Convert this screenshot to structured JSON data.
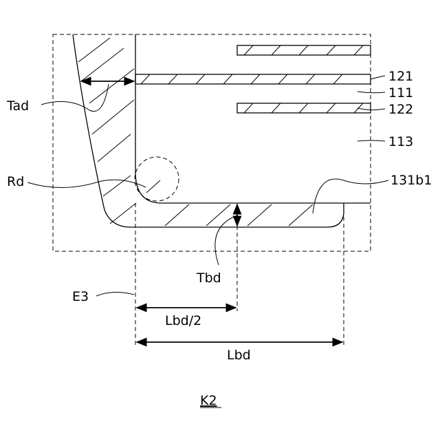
{
  "figure": {
    "title": "K2",
    "labels": {
      "l121": "121",
      "l111": "111",
      "l122": "122",
      "l113": "113",
      "l131b1": "131b1",
      "tad": "Tad",
      "rd": "Rd",
      "tbd": "Tbd",
      "e3": "E3",
      "lbd_half": "Lbd/2",
      "lbd": "Lbd"
    }
  }
}
